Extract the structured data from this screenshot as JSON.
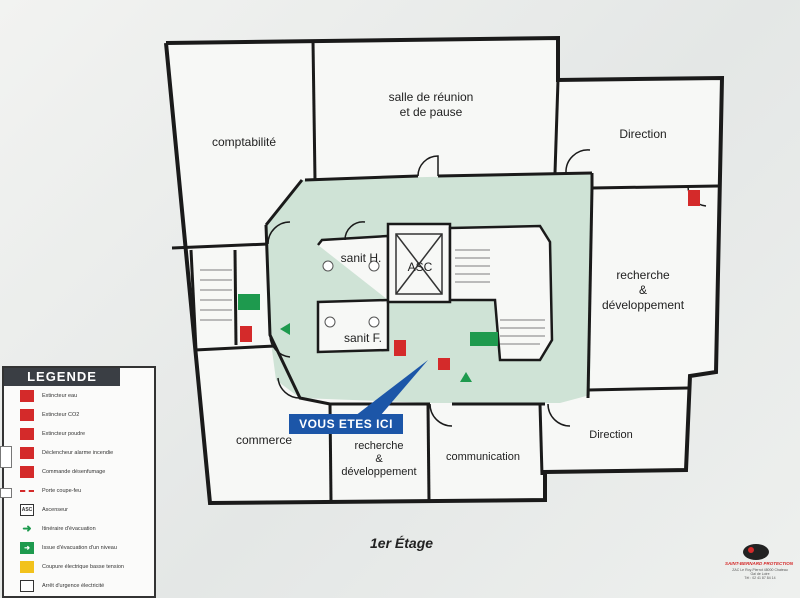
{
  "rooms": {
    "comptabilite": "comptabilité",
    "salle_reunion_l1": "salle de réunion",
    "salle_reunion_l2": "et de pause",
    "direction_top": "Direction",
    "recherche_right_l1": "recherche",
    "recherche_right_l2": "&",
    "recherche_right_l3": "développement",
    "sanit_h": "sanit H.",
    "sanit_f": "sanit F.",
    "asc": "ASC",
    "commerce": "commerce",
    "recherche_bottom_l1": "recherche",
    "recherche_bottom_l2": "&",
    "recherche_bottom_l3": "développement",
    "communication": "communication",
    "direction_bottom": "Direction"
  },
  "you_are_here": "VOUS ETES ICI",
  "floor_title": "1er Étage",
  "legend": {
    "title": "LEGENDE",
    "items": [
      {
        "icon": "extinguisher-water-icon",
        "label": "Extincteur eau"
      },
      {
        "icon": "extinguisher-co2-icon",
        "label": "Extincteur CO2"
      },
      {
        "icon": "extinguisher-powder-icon",
        "label": "Extincteur poudre"
      },
      {
        "icon": "fire-alarm-icon",
        "label": "Déclencheur alarme incendie"
      },
      {
        "icon": "smoke-control-icon",
        "label": "Commande désenfumage"
      },
      {
        "icon": "fire-door-icon",
        "label": "Porte coupe-feu"
      },
      {
        "icon": "elevator-icon",
        "label": "Ascenseur",
        "tag": "ASC"
      },
      {
        "icon": "evacuation-arrow-icon",
        "label": "Itinéraire d'évacuation"
      },
      {
        "icon": "emergency-exit-icon",
        "label": "Issue d'évacuation d'un niveau"
      },
      {
        "icon": "power-cut-icon",
        "label": "Coupure électrique basse tension"
      },
      {
        "icon": "emergency-stop-icon",
        "label": "Arrêt d'urgence électricité"
      }
    ]
  },
  "logo": {
    "name": "SAINT-BERNARD PROTECTION",
    "address": "ZAC Le Roy-Pierrot 48000 Chateau Gai de Loire",
    "phone": "Tél : 02 41 87 84 14"
  },
  "colors": {
    "evacuation_zone": "#cfe3d6",
    "walls": "#1a1a1a",
    "exit_green": "#1e9a4e",
    "extinguisher_red": "#d42a2a",
    "you_are_here_blue": "#1c56a8"
  }
}
